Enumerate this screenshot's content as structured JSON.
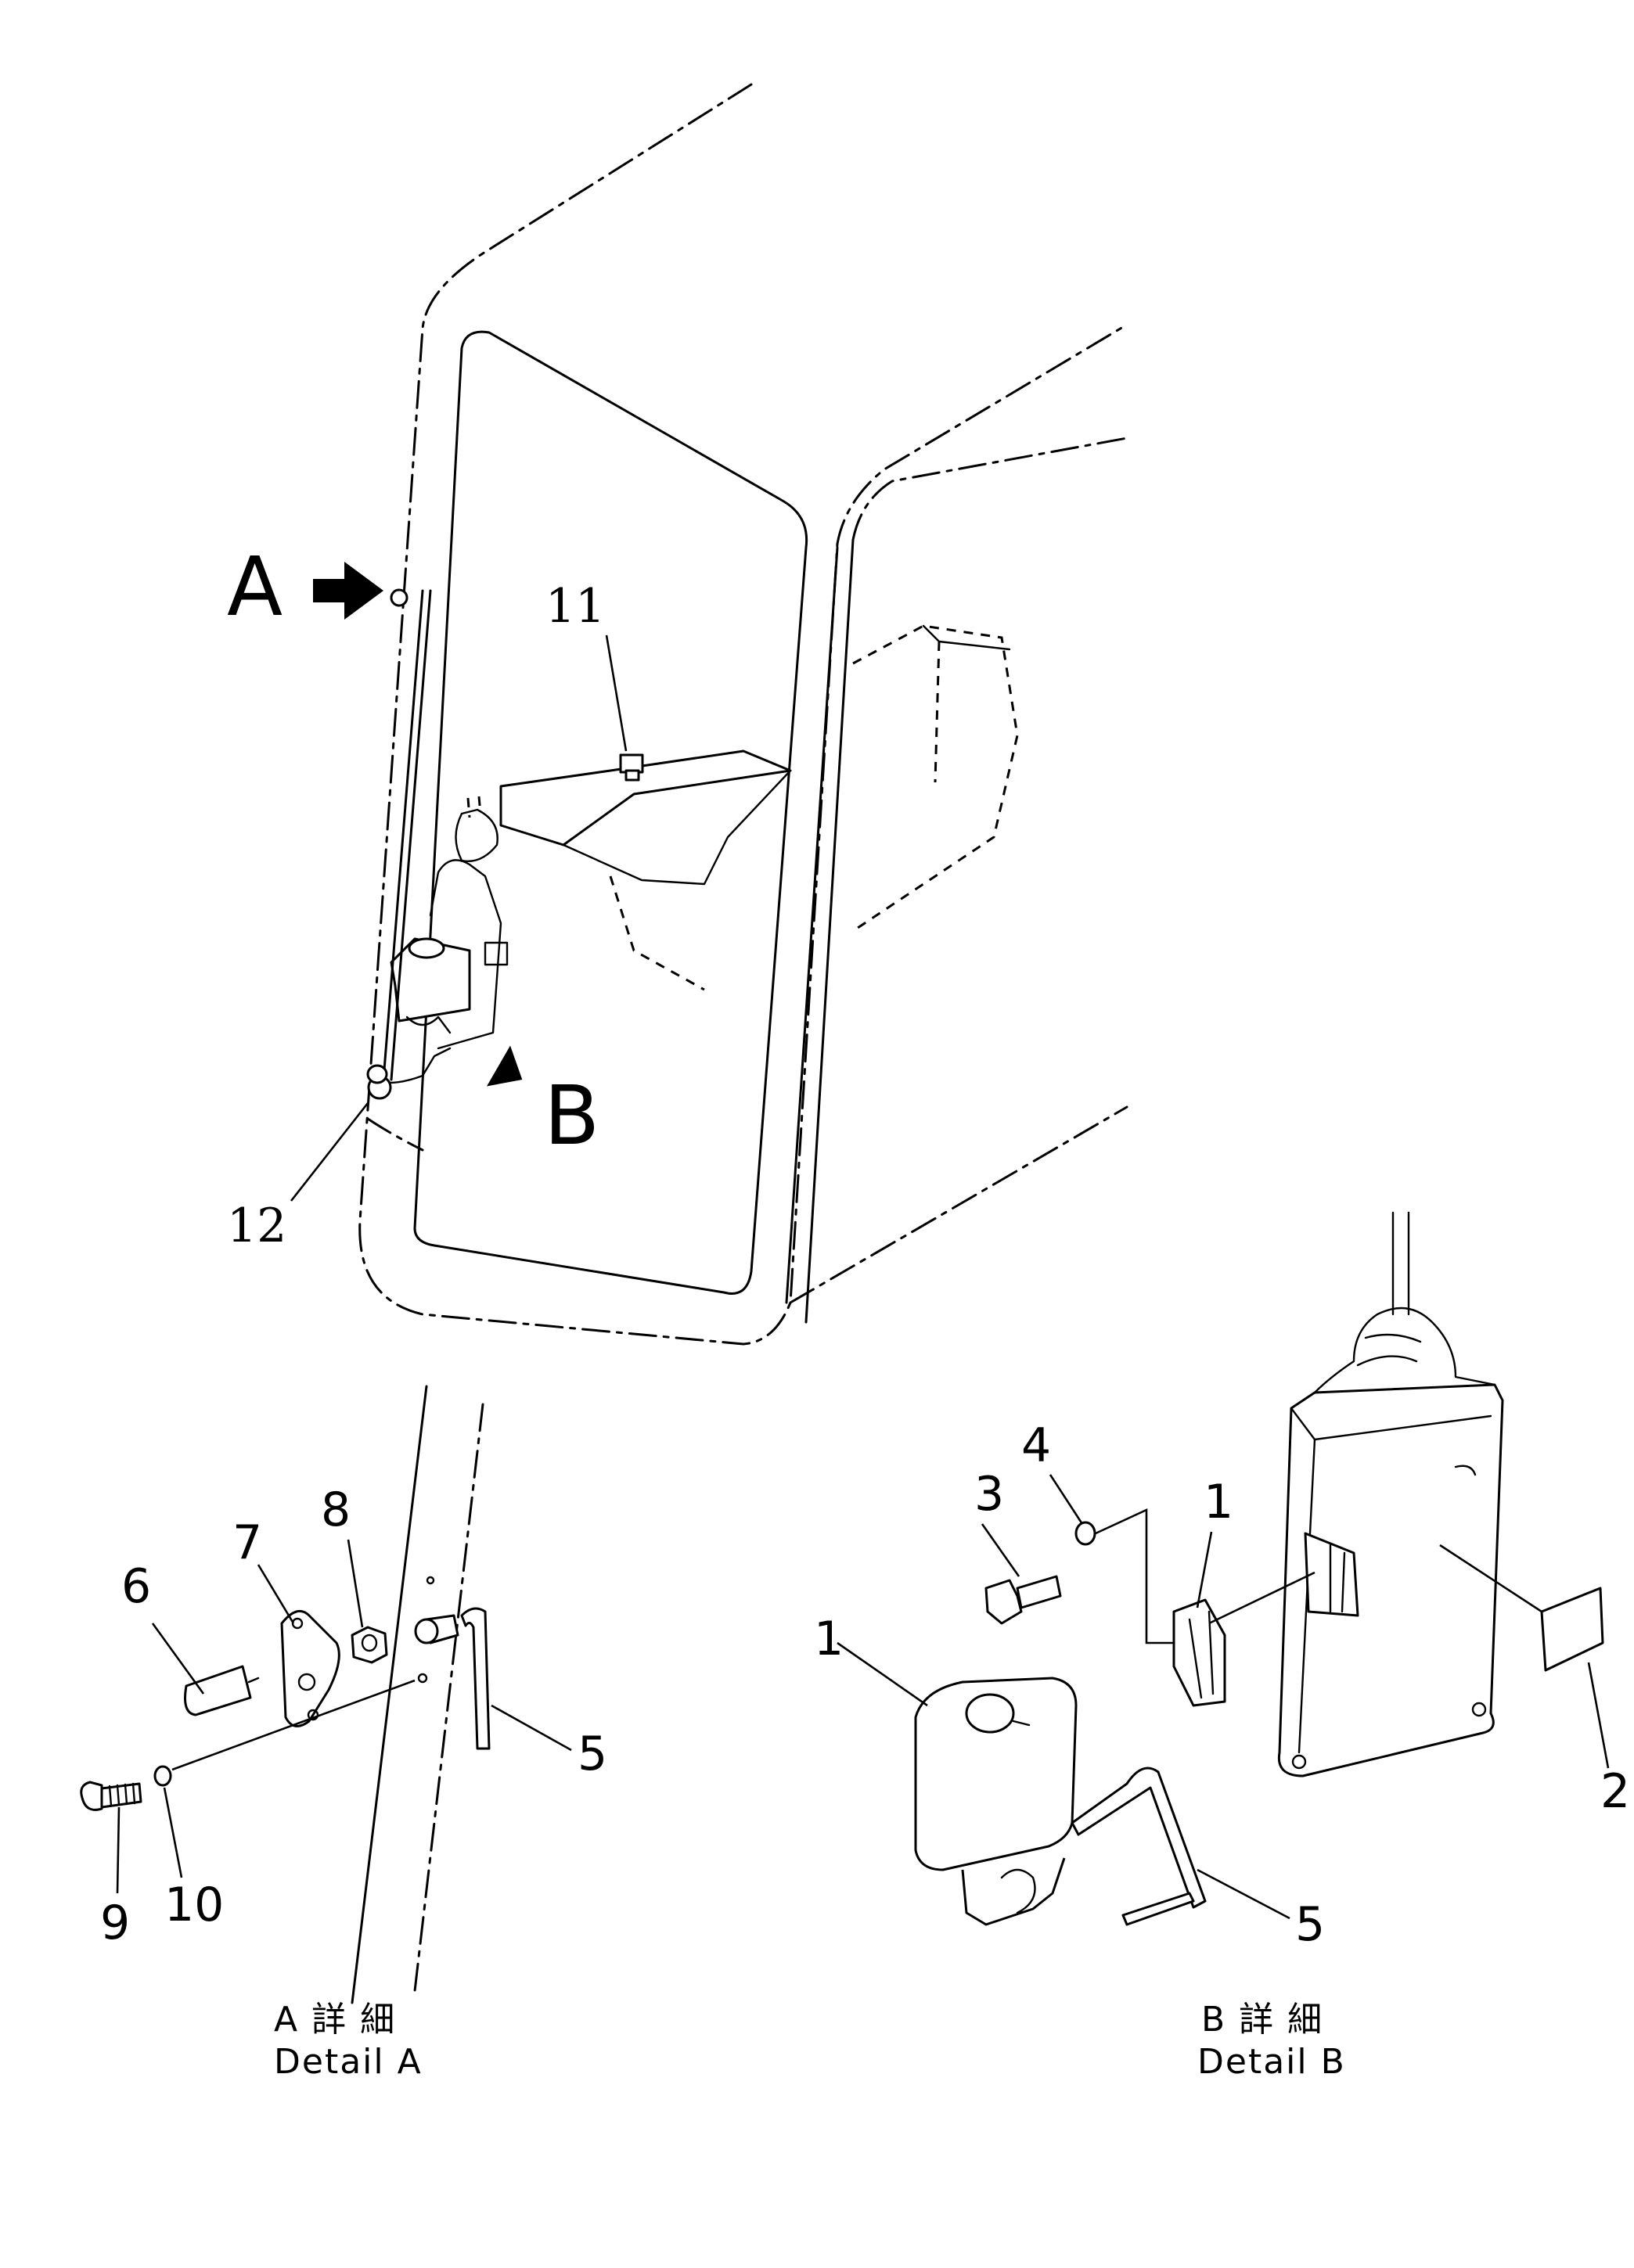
{
  "view_labels": {
    "a": "A",
    "b": "B"
  },
  "callouts": {
    "main_11": "11",
    "main_12": "12",
    "da_6": "6",
    "da_7": "7",
    "da_8": "8",
    "da_5": "5",
    "da_9": "9",
    "da_10": "10",
    "db_3": "3",
    "db_4": "4",
    "db_1_bracket": "1",
    "db_1_tank": "1",
    "db_2": "2",
    "db_5": "5"
  },
  "captions": {
    "detail_a_jp": "A 詳 細",
    "detail_a_en": "Detail A",
    "detail_b_jp": "B 詳 細",
    "detail_b_en": "Detail B"
  }
}
